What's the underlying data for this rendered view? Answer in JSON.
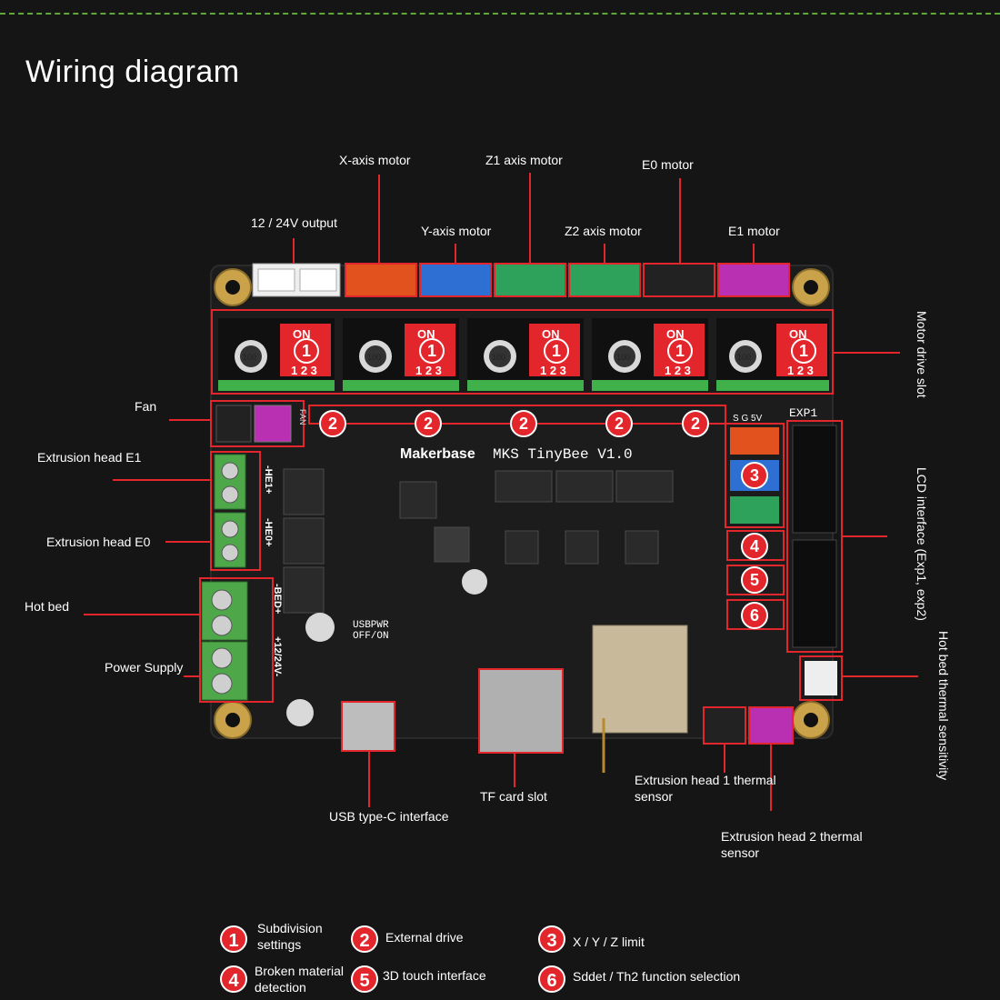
{
  "title": "Wiring diagram",
  "colors": {
    "background": "#151515",
    "callout": "#e3262b",
    "board": "#1c1c1c",
    "accent_green": "#5fa83a"
  },
  "labels": {
    "x_axis_motor": "X-axis motor",
    "z1_axis_motor": "Z1 axis motor",
    "e0_motor": "E0 motor",
    "output_12_24v": "12 / 24V output",
    "y_axis_motor": "Y-axis motor",
    "z2_axis_motor": "Z2 axis motor",
    "e1_motor": "E1 motor",
    "fan": "Fan",
    "extrusion_head_e1": "Extrusion head E1",
    "extrusion_head_e0": "Extrusion head E0",
    "hot_bed": "Hot bed",
    "power_supply": "Power Supply",
    "motor_drive_slot": "Motor drive slot",
    "lcd_interface": "LCD interface (Exp1, exp2)",
    "hot_bed_thermal": "Hot bed thermal sensitivity",
    "usb_type_c": "USB type-C interface",
    "tf_card_slot": "TF card slot",
    "extrusion_head_1_thermal": "Extrusion head 1 thermal sensor",
    "extrusion_head_2_thermal": "Extrusion head 2 thermal sensor"
  },
  "board": {
    "brand": "Makerbase",
    "model": "MKS TinyBee V1.0",
    "exp1": "EXP1",
    "on": "ON",
    "dip": "1 2 3",
    "s_g_5v": "S G 5V",
    "cap": "100",
    "usbpwr": "USBPWR",
    "offon": "OFF/ON",
    "he1": "-HE1+",
    "he0": "-HE0+",
    "bed": "-BED+",
    "pwr": "+12/24V-",
    "fan": "FAN"
  },
  "legend": [
    {
      "num": "1",
      "text": "Subdivision settings"
    },
    {
      "num": "2",
      "text": "External drive"
    },
    {
      "num": "3",
      "text": "X / Y / Z limit"
    },
    {
      "num": "4",
      "text": "Broken material detection"
    },
    {
      "num": "5",
      "text": "3D touch interface"
    },
    {
      "num": "6",
      "text": "Sddet / Th2 function selection"
    }
  ]
}
